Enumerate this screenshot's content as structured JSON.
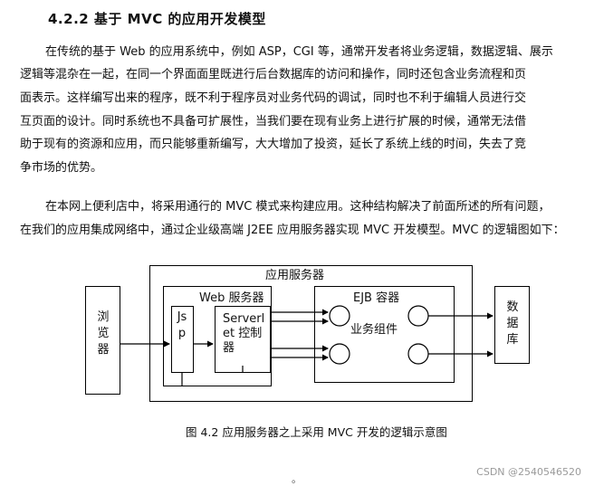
{
  "heading": "4.2.2 基于 MVC 的应用开发模型",
  "paragraph1": [
    "在传统的基于 Web 的应用系统中，例如 ASP，CGI 等，通常开发者将业务逻辑，数据逻辑、展示",
    "逻辑等混杂在一起，在同一个界面面里既进行后台数据库的访问和操作，同时还包含业务流程和页",
    "面表示。这样编写出来的程序，既不利于程序员对业务代码的调试，同时也不利于编辑人员进行交",
    "互页面的设计。同时系统也不具备可扩展性，当我们要在现有业务上进行扩展的时候，通常无法借",
    "助于现有的资源和应用，而只能够重新编写，大大增加了投资，延长了系统上线的时间，失去了竞",
    "争市场的优势。"
  ],
  "paragraph2": [
    "在本网上便利店中，将采用通行的 MVC 模式来构建应用。这种结构解决了前面所述的所有问题，",
    "在我们的应用集成网络中，通过企业级高端 J2EE 应用服务器实现 MVC 开发模型。MVC 的逻辑图如下："
  ],
  "diagram": {
    "browser": "浏览器",
    "app_server": "应用服务器",
    "web_server": "Web 服务器",
    "jsp": "Jsp",
    "servlet_line1": "Serverl",
    "servlet_line2": "et 控制",
    "servlet_line3": "器",
    "ejb_container": "EJB 容器",
    "business_component": "业务组件",
    "database": "数据库"
  },
  "caption": "图 4.2 应用服务器之上采用 MVC 开发的逻辑示意图",
  "footer_dot": "。",
  "watermark": "CSDN @2540546520"
}
